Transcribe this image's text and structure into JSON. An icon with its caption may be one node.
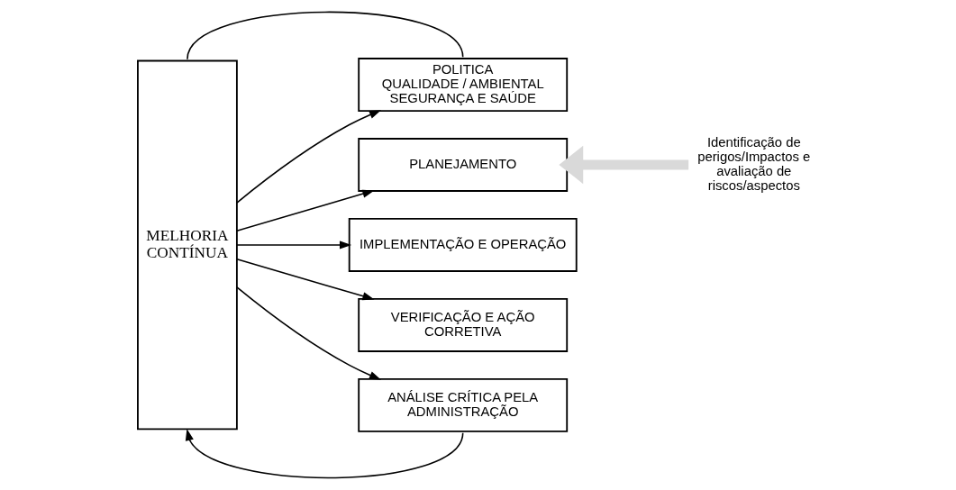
{
  "diagram": {
    "nodes": [
      {
        "text": [
          "MELHORIA CONTÍNUA"
        ]
      },
      {
        "text": [
          "POLITICA",
          "QUALIDADE / AMBIENTAL SEGURANÇA E SAÚDE"
        ]
      },
      {
        "text": [
          "PLANEJAMENTO"
        ]
      },
      {
        "text": [
          "IMPLEMENTAÇÃO E OPERAÇÃO"
        ]
      },
      {
        "text": [
          "VERIFICAÇÃO E AÇÃO CORRETIVA"
        ]
      },
      {
        "text": [
          "ANÁLISE CRÍTICA PELA ADMINISTRAÇÃO"
        ]
      },
      {
        "text": [
          "Identificação de perigos/Impactos e avaliação de riscos/aspectos"
        ]
      }
    ],
    "edges": [
      {
        "from": 0,
        "to": 1,
        "arrow": "none"
      },
      {
        "from": 0,
        "to": 1,
        "arrow": "to"
      },
      {
        "from": 0,
        "to": 2,
        "arrow": "to"
      },
      {
        "from": 0,
        "to": 3,
        "arrow": "to"
      },
      {
        "from": 0,
        "to": 4,
        "arrow": "to"
      },
      {
        "from": 0,
        "to": 5,
        "arrow": "to"
      },
      {
        "from": 5,
        "to": 0,
        "arrow": "to"
      },
      {
        "from": 6,
        "to": 2,
        "arrow": "to",
        "style": "thick",
        "color": "#d9d9d9"
      }
    ]
  }
}
